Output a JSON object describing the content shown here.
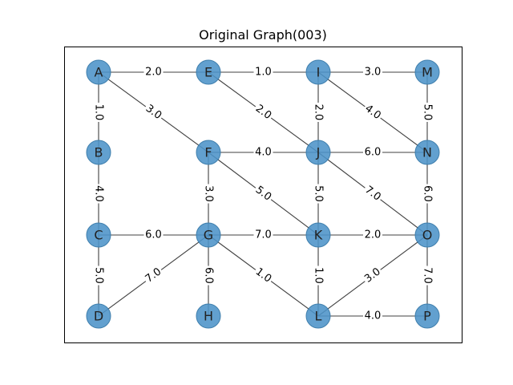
{
  "title": "Original Graph(003)",
  "colors": {
    "node_fill": "#4c93c8",
    "node_stroke": "#3f7fad",
    "edge": "#404040",
    "frame": "#000000"
  },
  "nodes": [
    {
      "id": "A",
      "col": 0,
      "row": 0
    },
    {
      "id": "E",
      "col": 1,
      "row": 0
    },
    {
      "id": "I",
      "col": 2,
      "row": 0
    },
    {
      "id": "M",
      "col": 3,
      "row": 0
    },
    {
      "id": "B",
      "col": 0,
      "row": 1
    },
    {
      "id": "F",
      "col": 1,
      "row": 1
    },
    {
      "id": "J",
      "col": 2,
      "row": 1
    },
    {
      "id": "N",
      "col": 3,
      "row": 1
    },
    {
      "id": "C",
      "col": 0,
      "row": 2
    },
    {
      "id": "G",
      "col": 1,
      "row": 2
    },
    {
      "id": "K",
      "col": 2,
      "row": 2
    },
    {
      "id": "O",
      "col": 3,
      "row": 2
    },
    {
      "id": "D",
      "col": 0,
      "row": 3
    },
    {
      "id": "H",
      "col": 1,
      "row": 3
    },
    {
      "id": "L",
      "col": 2,
      "row": 3
    },
    {
      "id": "P",
      "col": 3,
      "row": 3
    }
  ],
  "edges": [
    {
      "from": "A",
      "to": "E",
      "weight": "2.0"
    },
    {
      "from": "E",
      "to": "I",
      "weight": "1.0"
    },
    {
      "from": "I",
      "to": "M",
      "weight": "3.0"
    },
    {
      "from": "A",
      "to": "B",
      "weight": "1.0"
    },
    {
      "from": "A",
      "to": "F",
      "weight": "3.0"
    },
    {
      "from": "E",
      "to": "J",
      "weight": "2.0"
    },
    {
      "from": "I",
      "to": "J",
      "weight": "2.0"
    },
    {
      "from": "I",
      "to": "N",
      "weight": "4.0"
    },
    {
      "from": "M",
      "to": "N",
      "weight": "5.0"
    },
    {
      "from": "F",
      "to": "J",
      "weight": "4.0"
    },
    {
      "from": "J",
      "to": "N",
      "weight": "6.0"
    },
    {
      "from": "B",
      "to": "C",
      "weight": "4.0"
    },
    {
      "from": "F",
      "to": "G",
      "weight": "3.0"
    },
    {
      "from": "F",
      "to": "K",
      "weight": "5.0"
    },
    {
      "from": "J",
      "to": "K",
      "weight": "5.0"
    },
    {
      "from": "J",
      "to": "O",
      "weight": "7.0"
    },
    {
      "from": "N",
      "to": "O",
      "weight": "6.0"
    },
    {
      "from": "C",
      "to": "G",
      "weight": "6.0"
    },
    {
      "from": "G",
      "to": "K",
      "weight": "7.0"
    },
    {
      "from": "K",
      "to": "O",
      "weight": "2.0"
    },
    {
      "from": "C",
      "to": "D",
      "weight": "5.0"
    },
    {
      "from": "G",
      "to": "D",
      "weight": "7.0"
    },
    {
      "from": "G",
      "to": "H",
      "weight": "6.0"
    },
    {
      "from": "G",
      "to": "L",
      "weight": "1.0"
    },
    {
      "from": "K",
      "to": "L",
      "weight": "1.0"
    },
    {
      "from": "O",
      "to": "L",
      "weight": "3.0"
    },
    {
      "from": "O",
      "to": "P",
      "weight": "7.0"
    },
    {
      "from": "L",
      "to": "P",
      "weight": "4.0"
    }
  ]
}
